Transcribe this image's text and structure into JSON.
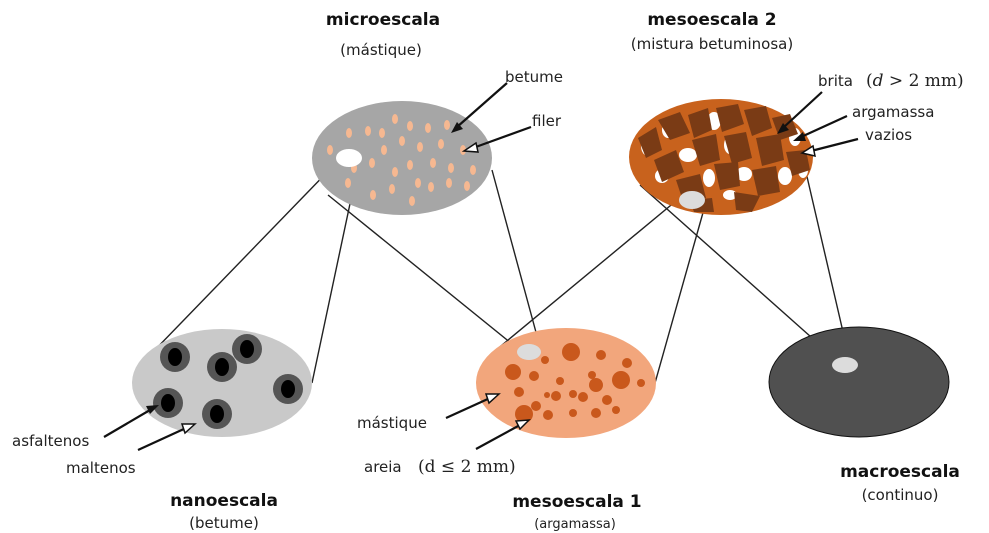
{
  "colors": {
    "mastic": "#a6a6a6",
    "filler": "#f6b891",
    "mortar": "#f2a67c",
    "mortar_sand": "#c9581c",
    "mix": "#c8621d",
    "aggregate": "#7a3b15",
    "bitumen": "#c9c9c9",
    "asphaltene_ring": "#555555",
    "continuum": "#505050",
    "hole": "#dcdcdc"
  },
  "scales": {
    "micro": {
      "title": "microescala",
      "subtitle": "(mástique)"
    },
    "meso2": {
      "title": "mesoescala 2",
      "subtitle": "(mistura betuminosa)"
    },
    "nano": {
      "title": "nanoescala",
      "subtitle": "(betume)"
    },
    "meso1": {
      "title": "mesoescala 1",
      "subtitle": "(argamassa)"
    },
    "macro": {
      "title": "macroescala",
      "subtitle": "(continuo)"
    }
  },
  "labels": {
    "betume": "betume",
    "filer": "filer",
    "brita": "brita",
    "brita_size": "(d > 2 mm)",
    "brita_size_open": "(",
    "brita_size_var": "d",
    "brita_size_rest": " > 2 mm)",
    "argamassa": "argamassa",
    "vazios": "vazios",
    "asfaltenos": "asfaltenos",
    "maltenos": "maltenos",
    "mastique": "mástique",
    "areia": "areia",
    "areia_size": "(d ≤ 2 mm)"
  }
}
